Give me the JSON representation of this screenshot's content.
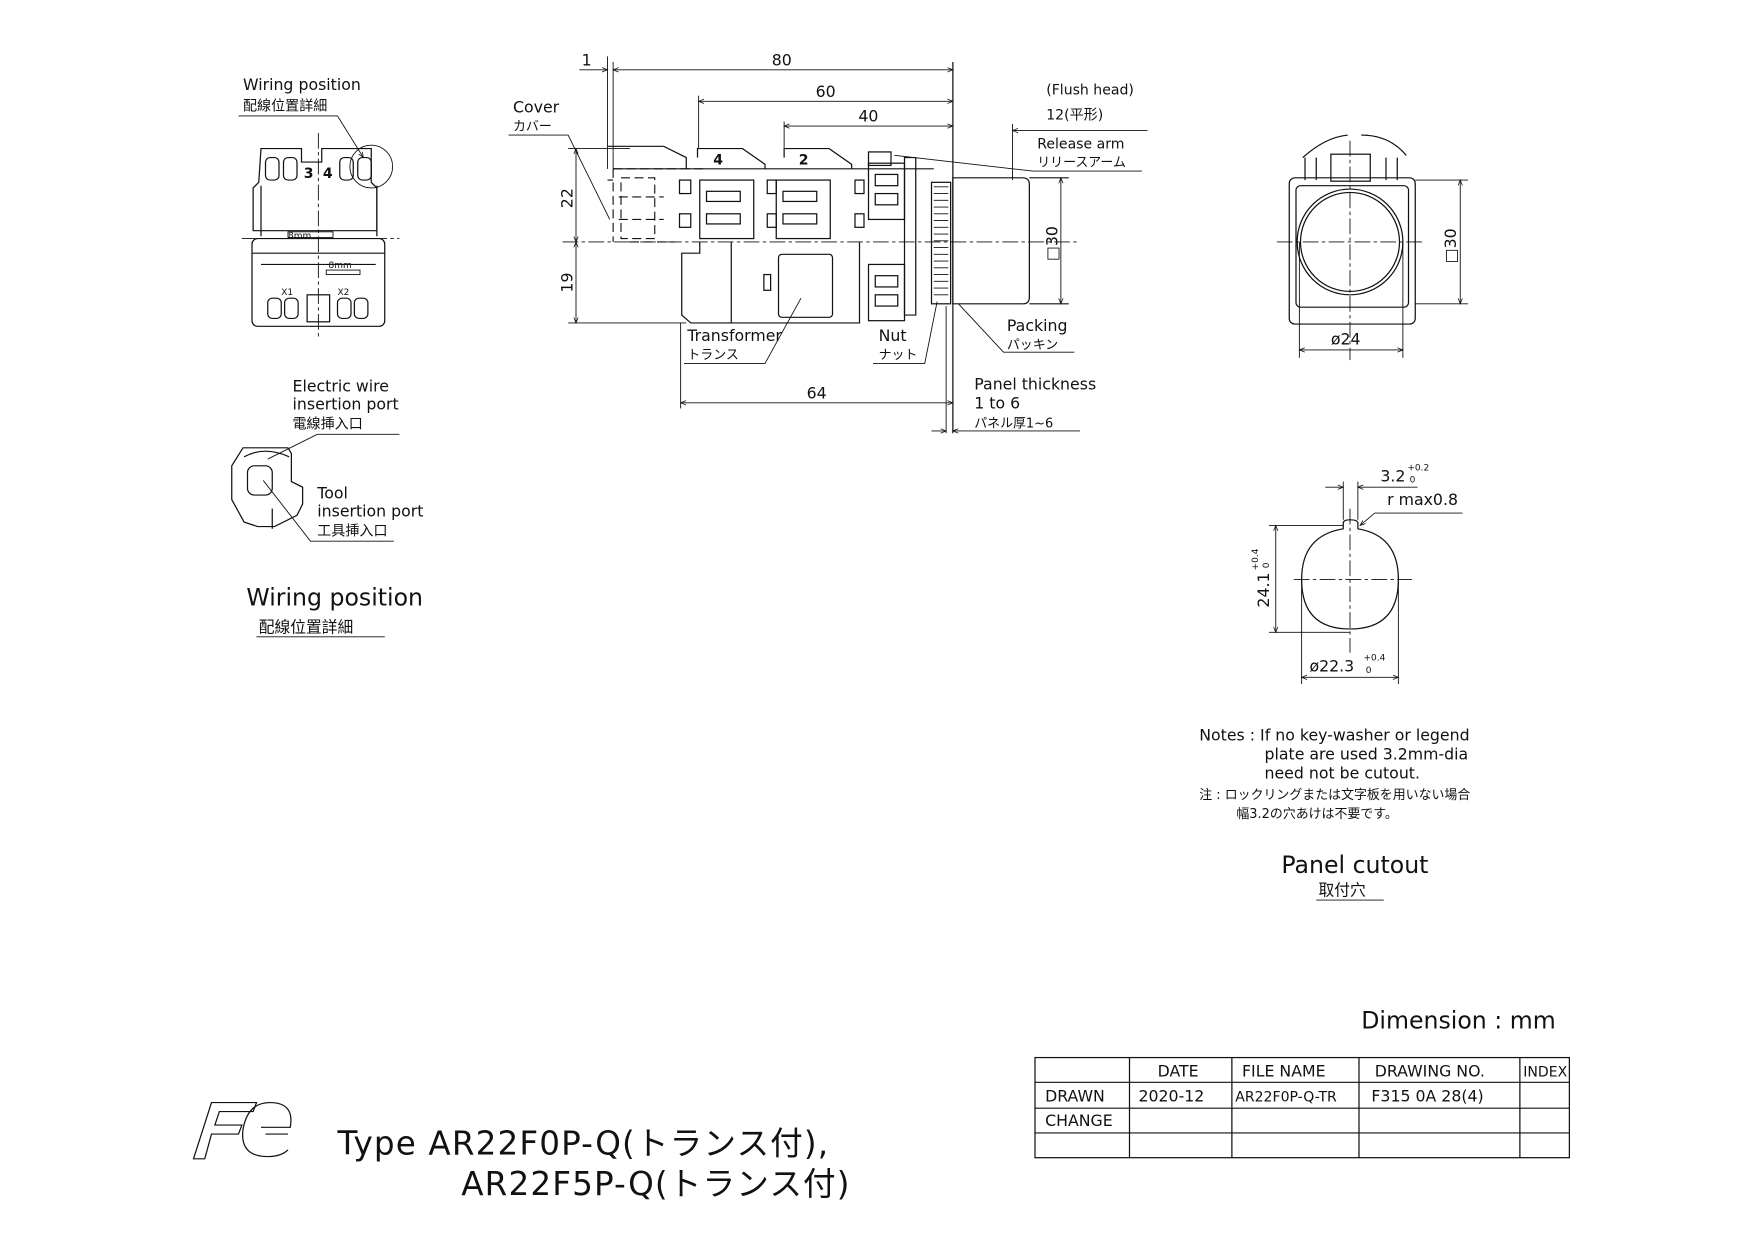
{
  "wiring_view": {
    "label_en": "Wiring position",
    "label_jp": "配線位置詳細",
    "terminal_left": "3",
    "terminal_right": "4",
    "strip_len_1": "8mm",
    "strip_len_2": "8mm",
    "x1": "X1",
    "x2": "X2"
  },
  "port_detail": {
    "wire_port_en_1": "Electric wire",
    "wire_port_en_2": "insertion port",
    "wire_port_jp": "電線挿入口",
    "tool_port_en_1": "Tool",
    "tool_port_en_2": "insertion port",
    "tool_port_jp": "工具挿入口",
    "caption_en": "Wiring position",
    "caption_jp": "配線位置詳細"
  },
  "side_view": {
    "dim_1": "1",
    "dim_80": "80",
    "dim_60": "60",
    "dim_40": "40",
    "dim_22": "22",
    "dim_19": "19",
    "dim_64": "64",
    "dim_sq30": "□30",
    "flush_head": "(Flush head)",
    "dim_12": "12(平形)",
    "release_arm_en": "Release arm",
    "release_arm_jp": "リリースアーム",
    "cover_en": "Cover",
    "cover_jp": "カバー",
    "transformer_en": "Transformer",
    "transformer_jp": "トランス",
    "nut_en": "Nut",
    "nut_jp": "ナット",
    "packing_en": "Packing",
    "packing_jp": "パッキン",
    "panel_thickness_en_1": "Panel thickness",
    "panel_thickness_en_2": "1 to 6",
    "panel_thickness_jp": "パネル厚1~6",
    "block_4": "4",
    "block_2": "2"
  },
  "front_view": {
    "dim_sq30": "□30",
    "dim_dia24": "ø24"
  },
  "panel_cutout": {
    "notch_width": "3.2",
    "notch_tol_upper": "+0.2",
    "notch_tol_lower": "0",
    "r_max": "r max0.8",
    "height": "24.1",
    "height_tol_upper": "+0.4",
    "height_tol_lower": "0",
    "dia": "ø22.3",
    "dia_tol_upper": "+0.4",
    "dia_tol_lower": "0",
    "notes_en": [
      "Notes : If no key-washer or legend",
      "plate are used 3.2mm-dia",
      "need not be cutout."
    ],
    "notes_jp": [
      "注 : ロックリングまたは文字板を用いない場合",
      "幅3.2の穴あけは不要です。"
    ],
    "caption_en": "Panel cutout",
    "caption_jp": "取付穴"
  },
  "units": "Dimension : mm",
  "title_block": {
    "headers": [
      "",
      "DATE",
      "FILE NAME",
      "DRAWING NO.",
      "INDEX"
    ],
    "rows": [
      [
        "DRAWN",
        "2020-12",
        "AR22F0P-Q-TR",
        "F315 0A 28(4)",
        ""
      ],
      [
        "CHANGE",
        "",
        "",
        "",
        ""
      ],
      [
        "",
        "",
        "",
        "",
        ""
      ]
    ]
  },
  "logo": "Fe",
  "type_line_1": "Type  AR22F0P-Q(トランス付),",
  "type_line_2": "AR22F5P-Q(トランス付)"
}
